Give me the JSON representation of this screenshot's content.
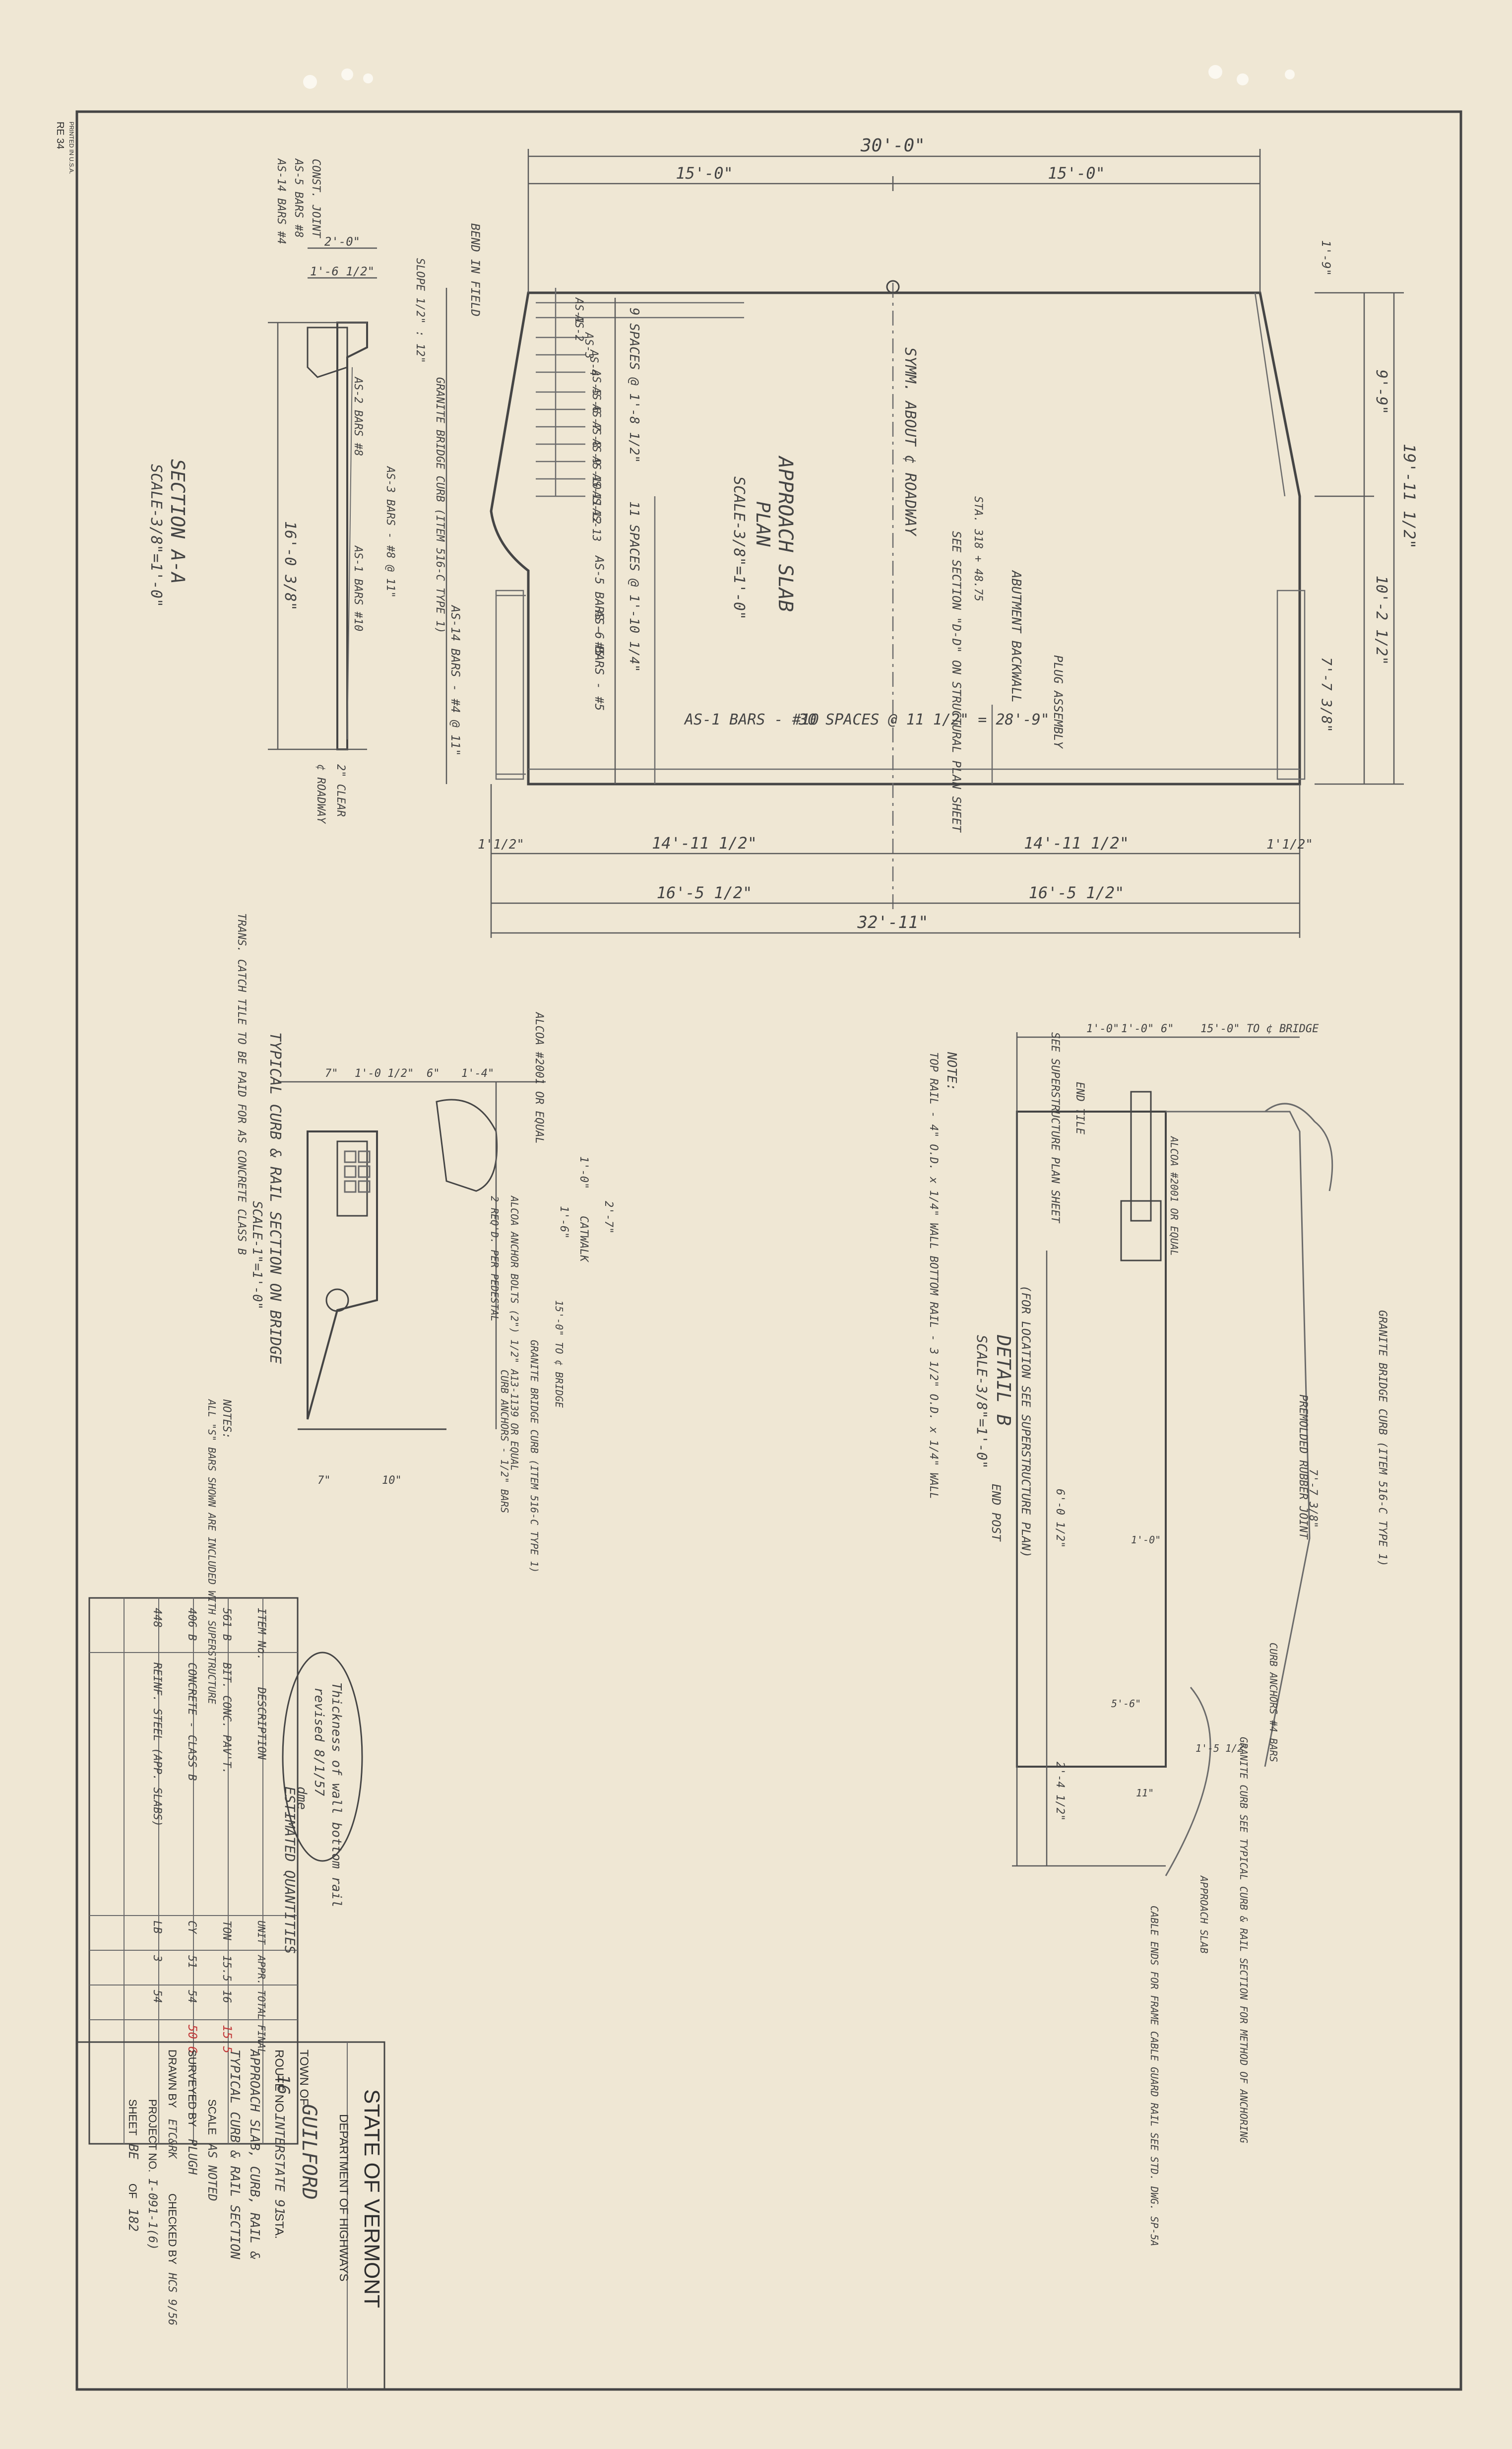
{
  "title_block": {
    "state": "STATE OF VERMONT",
    "department": "DEPARTMENT OF HIGHWAYS",
    "town_label": "TOWN OF",
    "town": "GUILFORD",
    "route_label": "ROUTE NO.",
    "route": "INTERSTATE 91",
    "sta_label": "STA.",
    "description_1": "APPROACH SLAB, CURB, RAIL &",
    "description_2": "TYPICAL CURB & RAIL SECTION",
    "scale_label": "SCALE",
    "scale": "AS NOTED",
    "surveyed_label": "SURVEYED BY",
    "surveyed": "PLUGH",
    "drawn_label": "DRAWN BY",
    "drawn": "ETC&RK",
    "checked_label": "CHECKED BY",
    "checked": "HCS 9/56",
    "project_label": "PROJECT NO.",
    "project": "I-091-1(6)",
    "sheet_label": "SHEET",
    "sheet": "BE",
    "of_label": "OF",
    "sheet_total": "182",
    "sheet_number": "16"
  },
  "revision_note": {
    "line1": "Thickness of wall bottom rail",
    "line2": "revised 8/1/57",
    "line3": "dme"
  },
  "quantities": {
    "title": "ESTIMATED QUANTITIES",
    "headers": [
      "ITEM No.",
      "DESCRIPTION",
      "UNIT",
      "APPR.",
      "TOTAL",
      "FINAL"
    ],
    "rows": [
      [
        "561 B",
        "BIT. CONC. PAV'T.",
        "TON",
        "15.5",
        "16",
        "15.5"
      ],
      [
        "406 B",
        "CONCRETE - CLASS B",
        "CY",
        "51",
        "54",
        "50.6"
      ],
      [
        "448",
        "REINF. STEEL (APP. SLABS)",
        "LB",
        "3",
        "54",
        ""
      ]
    ],
    "red_final_1": "15.5",
    "red_final_2": "50.6"
  },
  "approach_slab": {
    "title": "APPROACH SLAB",
    "subtitle": "PLAN",
    "scale": "SCALE-3/8\"=1'-0\"",
    "dims": {
      "overall_top": "30'-0\"",
      "half_left": "15'-0\"",
      "half_right": "15'-0\"",
      "bottom_left": "14'-11 1/2\"",
      "bottom_right": "14'-11 1/2\"",
      "edge_left": "1'1/2\"",
      "edge_right": "1'1/2\"",
      "lower_left": "16'-5 1/2\"",
      "lower_right": "16'-5 1/2\"",
      "overall_bottom": "32'-11\"",
      "right_overall": "19'-11 1/2\"",
      "right_upper": "9'-9\"",
      "right_lower": "10'-2 1/2\"",
      "right_small": "7'-7 3/8\"",
      "left_small": "1'-9\""
    },
    "bars": [
      "AS-1",
      "AS-2",
      "AS-3",
      "AS-4",
      "AS-5",
      "AS-6",
      "AS-7",
      "AS-8",
      "AS-9",
      "AS-10",
      "AS-11",
      "AS-12",
      "AS-13"
    ],
    "notes": {
      "symm": "SYMM. ABOUT ¢ ROADWAY",
      "spaces_top": "9 SPACES @ 1'-8 1/2\"",
      "spaces_mid": "11 SPACES @ 1'-10 1/4\"",
      "bar_row": "AS-1 BARS - #10",
      "bar_spacing": "30 SPACES @ 11 1/2\" = 28'-9\"",
      "abutment": "ABUTMENT BACKWALL",
      "section_ref": "SEE SECTION \"D-D\" ON STRUCTURAL PLAN SHEET",
      "plug": "PLUG ASSEMBLY",
      "bend": "BEND IN FIELD",
      "sta_ref": "STA. 318 + 48.75",
      "as5": "AS-5 BARS - #5",
      "as6": "AS-6 BARS - #5",
      "as14": "AS-14 BARS - #4 @ 11\""
    }
  },
  "section_aa": {
    "title": "SECTION A-A",
    "scale": "SCALE-3/8\"=1'-0\"",
    "notes": {
      "top_note1": "AS-5 BARS #8",
      "top_note2": "AS-14 BARS #4",
      "const_joint": "CONST. JOINT",
      "dim1": "2'-0\"",
      "dim2": "1'-6 1/2\"",
      "slope": "SLOPE 1/2\" : 12\"",
      "curb": "GRANITE BRIDGE CURB (ITEM 516-C TYPE 1)",
      "as3": "AS-3 BARS - #8 @ 11\"",
      "as2": "AS-2 BARS #8",
      "span": "16'-0 3/8\"",
      "clear": "2\" CLEAR",
      "roadway": "¢ ROADWAY",
      "as1": "AS-1 BARS #10"
    }
  },
  "typical_curb": {
    "title": "TYPICAL CURB & RAIL SECTION ON BRIDGE",
    "scale": "SCALE-1\"=1'-0\"",
    "alcoa": "ALCOA #2001 OR EQUAL",
    "bolt": "ALCOA ANCHOR BOLTS (2\") 1/2\" A13-1139 OR EQUAL",
    "pedestal": "2 REQ'D. PER PEDESTAL",
    "catwalk": "CATWALK",
    "sidewalk": "15'-0\" TO ¢ BRIDGE",
    "granite": "GRANITE BRIDGE CURB (ITEM 516-C TYPE 1)",
    "anchors": "CURB ANCHORS - 1/2\" BARS",
    "trans": "TRANS. CATCH TILE TO BE PAID FOR AS CONCRETE CLASS B",
    "notes_title": "NOTES:",
    "note1": "ALL \"S\" BARS SHOWN ARE INCLUDED WITH SUPERSTRUCTURE",
    "dims": [
      "7\"",
      "1'-0 1/2\"",
      "6\"",
      "1'-4\"",
      "1'-0\"",
      "2'-7\"",
      "1'-6\"",
      "10\"",
      "7\""
    ]
  },
  "detail_b": {
    "title": "DETAIL B",
    "subtitle": "(FOR LOCATION SEE SUPERSTRUCTURE PLAN)",
    "scale": "SCALE-3/8\"=1'-0\"",
    "note_title": "NOTE:",
    "note": "TOP RAIL - 4\" O.D. x 1/4\" WALL  BOTTOM RAIL - 3 1/2\" O.D. x 1/4\" WALL",
    "end_post": "END POST",
    "end_tile": "END TILE",
    "superstructure": "SEE SUPERSTRUCTURE PLAN SHEET",
    "alcoa": "ALCOA #2001 OR EQUAL",
    "granite": "GRANITE BRIDGE CURB (ITEM 516-C TYPE 1)",
    "premold": "PREMOLDED RUBBER JOINT",
    "curb_anchors": "CURB ANCHORS #4 BARS",
    "granite_curb": "GRANITE CURB SEE TYPICAL CURB & RAIL SECTION FOR METHOD OF ANCHORING",
    "approach": "APPROACH SLAB",
    "cable": "CABLE ENDS FOR FRAME CABLE GUARD RAIL SEE STD. DWG. SP-5A",
    "dims": [
      "1'-0\"",
      "1'-0\"",
      "6\"",
      "15'-0\" TO ¢ BRIDGE",
      "7'-7 3/8\"",
      "6'-0 1/2\"",
      "2'-4 1/2\"",
      "1'-5 1/2\"",
      "5'-6\"",
      "11\"",
      "1'-0\""
    ]
  },
  "margin": {
    "code": "RE 34",
    "stamp": "PRINTED IN U.S.A."
  }
}
